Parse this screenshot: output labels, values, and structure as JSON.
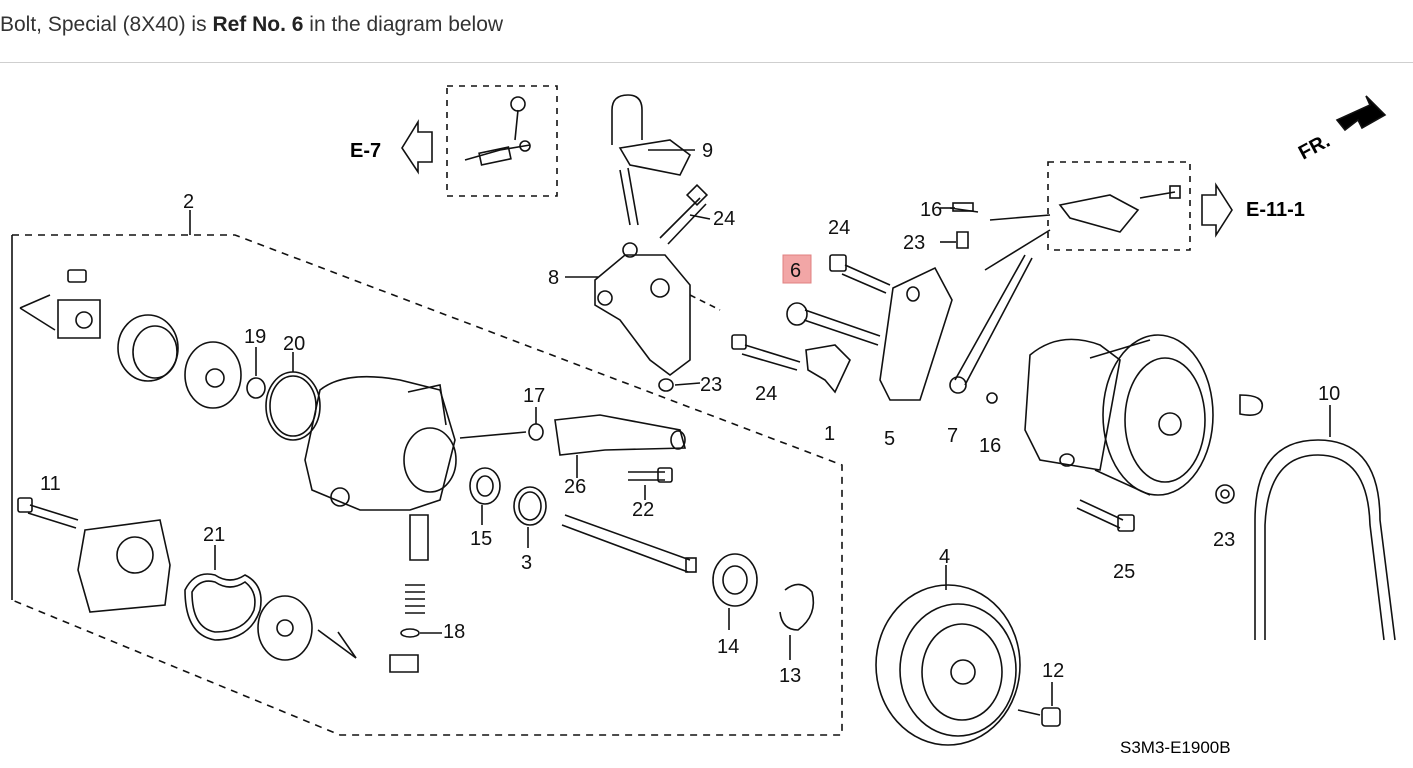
{
  "caption": {
    "prefix": "Bolt, Special (8X40) is ",
    "ref": "Ref No. 6",
    "suffix": " in the diagram below"
  },
  "highlight_color": "#f2a6a6",
  "labels": {
    "l1": "1",
    "l2": "2",
    "l3": "3",
    "l4": "4",
    "l5": "5",
    "l6": "6",
    "l7": "7",
    "l8": "8",
    "l9": "9",
    "l10": "10",
    "l11": "11",
    "l12": "12",
    "l13": "13",
    "l14": "14",
    "l15": "15",
    "l16a": "16",
    "l16b": "16",
    "l17": "17",
    "l18": "18",
    "l19": "19",
    "l20": "20",
    "l21": "21",
    "l22": "22",
    "l23a": "23",
    "l23b": "23",
    "l23c": "23",
    "l24a": "24",
    "l24b": "24",
    "l24c": "24",
    "l25": "25",
    "l26": "26"
  },
  "refs": {
    "e7": "E-7",
    "e111": "E-11-1",
    "fr": "FR.",
    "code": "S3M3-E1900B"
  }
}
